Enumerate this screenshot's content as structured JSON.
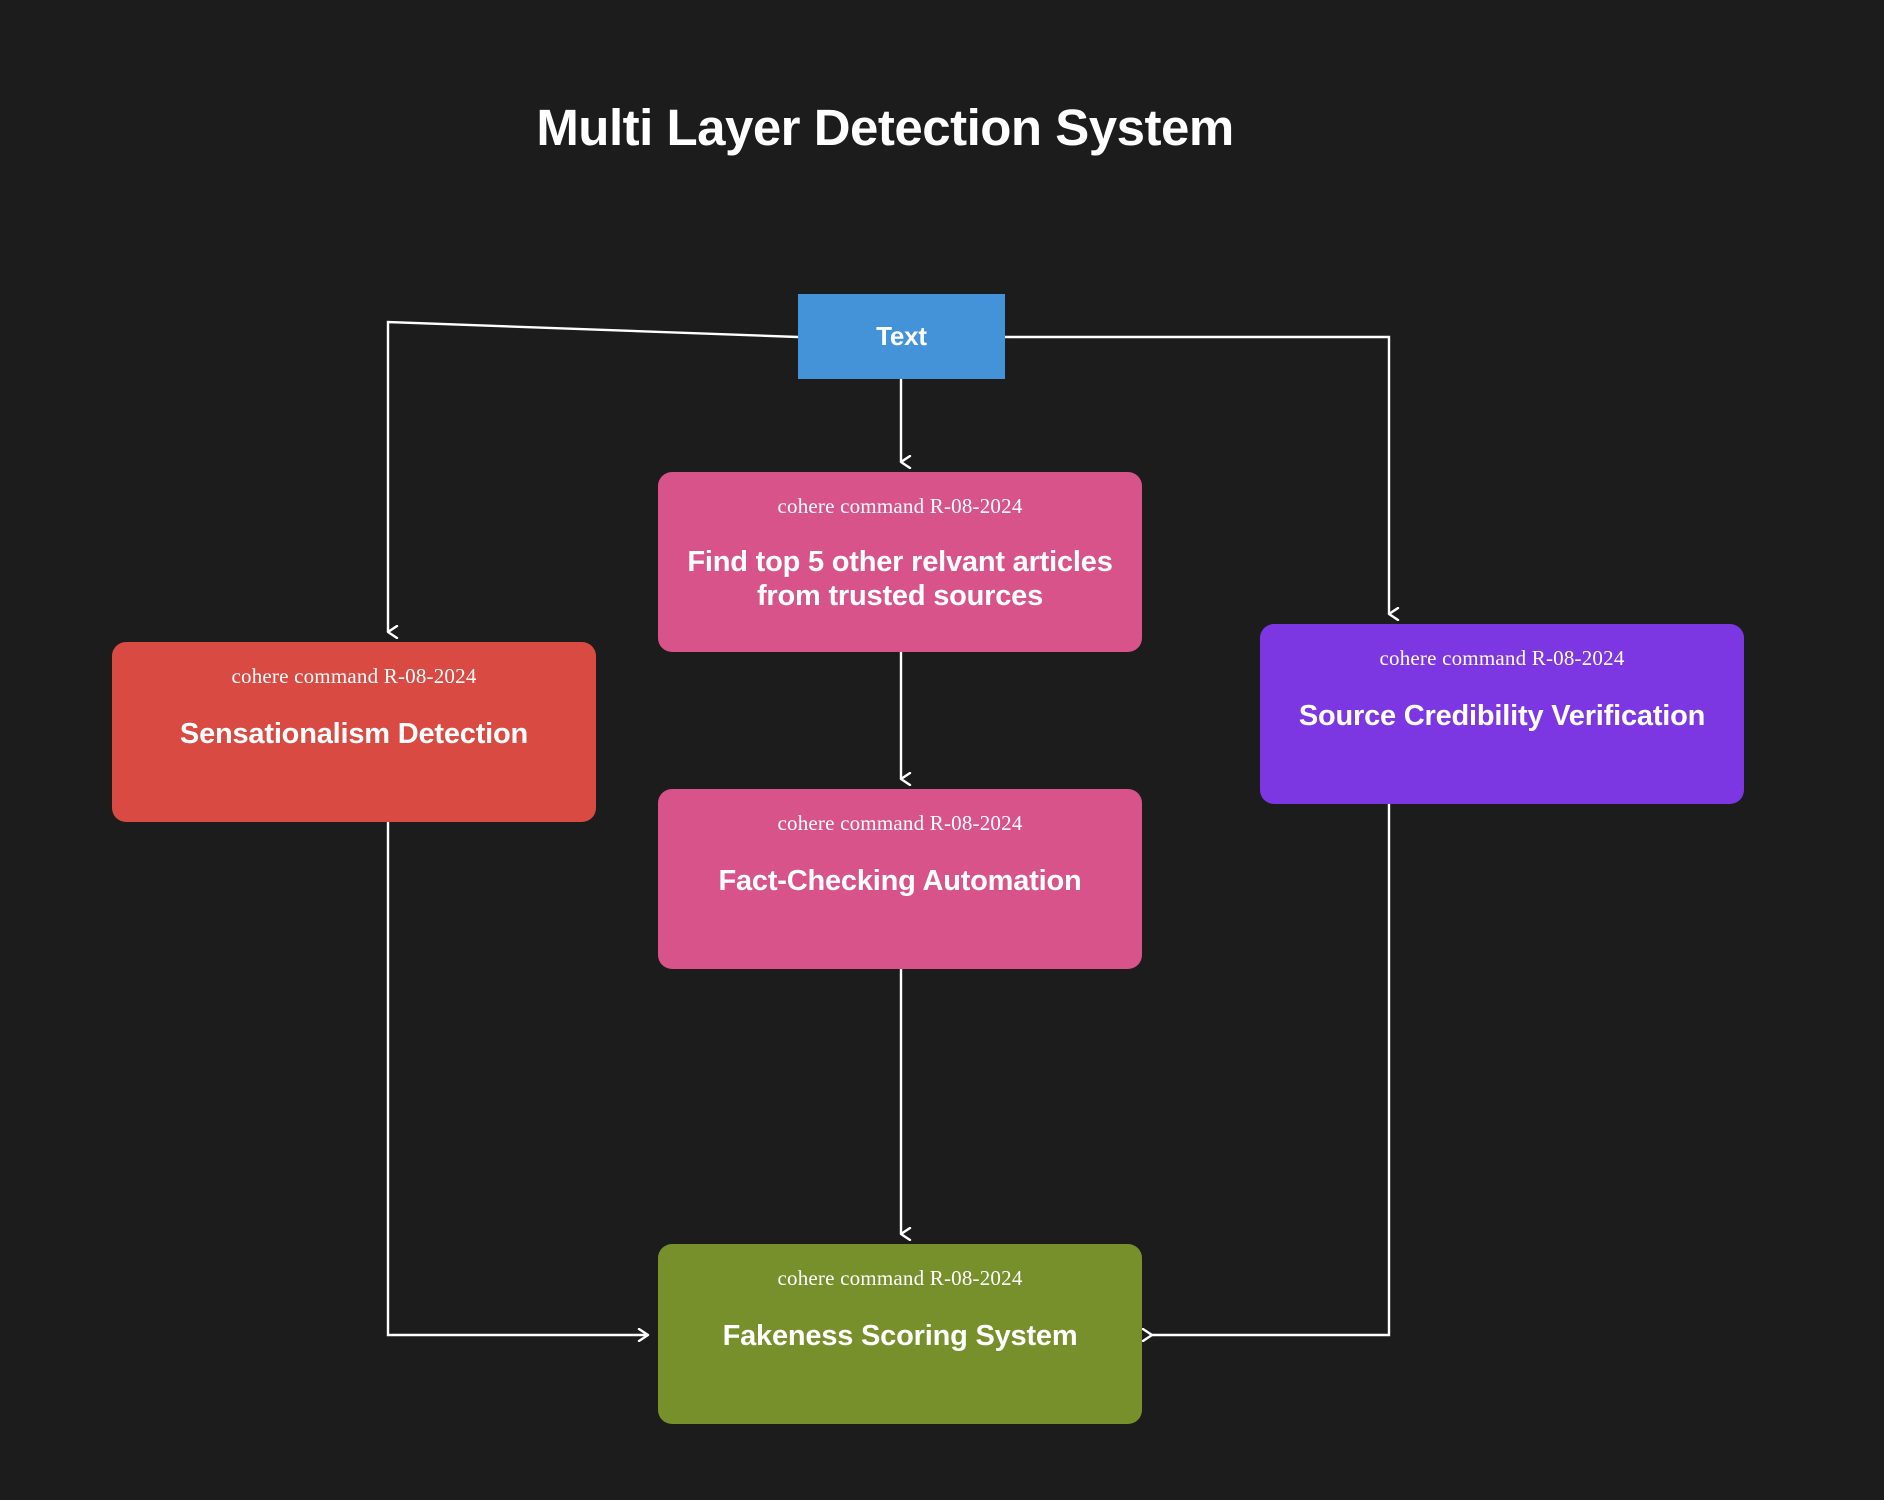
{
  "title": "Multi Layer Detection System",
  "theme": {
    "background": "#1c1c1c",
    "edge_color": "#ffffff",
    "text_color": "#ffffff"
  },
  "nodes": {
    "text": {
      "label": "Text",
      "color": "#4493d9"
    },
    "find_articles": {
      "model": "cohere command R-08-2024",
      "label": "Find top 5 other relvant articles from trusted sources",
      "color": "#d9538b"
    },
    "sensationalism": {
      "model": "cohere command R-08-2024",
      "label": "Sensationalism Detection",
      "color": "#d94a42"
    },
    "source_credibility": {
      "model": "cohere command R-08-2024",
      "label": "Source Credibility Verification",
      "color": "#7c37e3"
    },
    "fact_checking": {
      "model": "cohere command R-08-2024",
      "label": "Fact-Checking Automation",
      "color": "#d9538b"
    },
    "fakeness_scoring": {
      "model": "cohere command R-08-2024",
      "label": "Fakeness Scoring System",
      "color": "#78902c"
    }
  },
  "edges": [
    {
      "from": "text",
      "to": "sensationalism",
      "style": "orthogonal-left"
    },
    {
      "from": "text",
      "to": "find_articles",
      "style": "straight-down"
    },
    {
      "from": "text",
      "to": "source_credibility",
      "style": "orthogonal-right"
    },
    {
      "from": "find_articles",
      "to": "fact_checking",
      "style": "straight-down"
    },
    {
      "from": "fact_checking",
      "to": "fakeness_scoring",
      "style": "straight-down"
    },
    {
      "from": "sensationalism",
      "to": "fakeness_scoring",
      "style": "orthogonal-left"
    },
    {
      "from": "source_credibility",
      "to": "fakeness_scoring",
      "style": "orthogonal-right"
    }
  ]
}
